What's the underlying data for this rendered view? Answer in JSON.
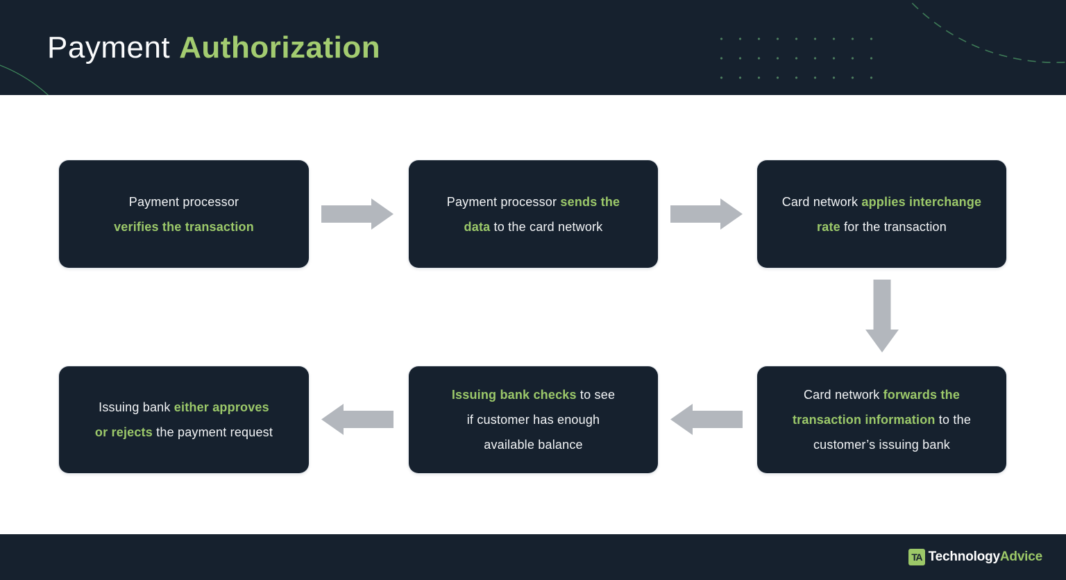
{
  "header": {
    "title_part1": "Payment",
    "title_part2": "Authorization"
  },
  "colors": {
    "navy": "#16212e",
    "accent_green": "#9cc96a",
    "arrow_gray": "#b3b7bd",
    "dot_green": "#4e8060",
    "background": "#ffffff"
  },
  "flow": {
    "boxes": [
      {
        "id": "step-1",
        "lines": [
          [
            {
              "t": "Payment processor",
              "b": false
            }
          ],
          [
            {
              "t": "verifies the transaction",
              "b": true
            }
          ]
        ]
      },
      {
        "id": "step-2",
        "lines": [
          [
            {
              "t": "Payment processor ",
              "b": false
            },
            {
              "t": "sends the",
              "b": true
            }
          ],
          [
            {
              "t": "data",
              "b": true
            },
            {
              "t": " to the card network",
              "b": false
            }
          ]
        ]
      },
      {
        "id": "step-3",
        "lines": [
          [
            {
              "t": "Card network ",
              "b": false
            },
            {
              "t": "applies interchange",
              "b": true
            }
          ],
          [
            {
              "t": "rate",
              "b": true
            },
            {
              "t": " for the transaction",
              "b": false
            }
          ]
        ]
      },
      {
        "id": "step-4",
        "lines": [
          [
            {
              "t": "Issuing bank ",
              "b": false
            },
            {
              "t": "either approves",
              "b": true
            }
          ],
          [
            {
              "t": "or rejects",
              "b": true
            },
            {
              "t": " the payment request",
              "b": false
            }
          ]
        ]
      },
      {
        "id": "step-5",
        "lines": [
          [
            {
              "t": "Issuing bank checks",
              "b": true
            },
            {
              "t": " to see",
              "b": false
            }
          ],
          [
            {
              "t": "if customer has enough",
              "b": false
            }
          ],
          [
            {
              "t": "available balance",
              "b": false
            }
          ]
        ]
      },
      {
        "id": "step-6",
        "lines": [
          [
            {
              "t": "Card network ",
              "b": false
            },
            {
              "t": "forwards the",
              "b": true
            }
          ],
          [
            {
              "t": "transaction information",
              "b": true
            },
            {
              "t": " to the",
              "b": false
            }
          ],
          [
            {
              "t": "customer’s issuing bank",
              "b": false
            }
          ]
        ]
      }
    ],
    "arrows": [
      {
        "direction": "right"
      },
      {
        "direction": "right"
      },
      {
        "direction": "down"
      },
      {
        "direction": "left"
      },
      {
        "direction": "left"
      }
    ]
  },
  "footer": {
    "logo_monogram": "TA",
    "brand_part1": "Technology",
    "brand_part2": "Advice"
  }
}
